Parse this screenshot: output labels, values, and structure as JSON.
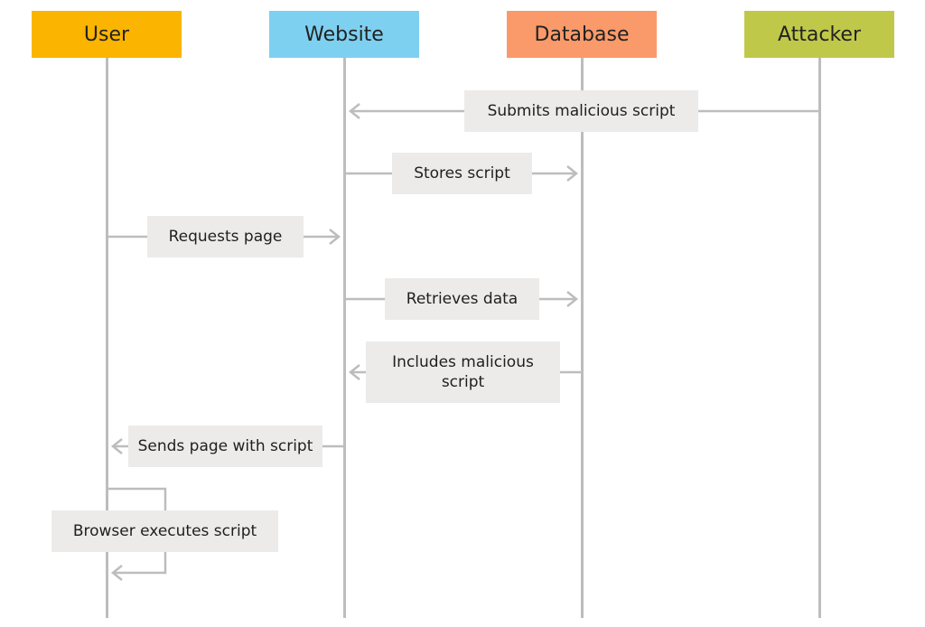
{
  "actors": [
    {
      "name": "User",
      "color": "#fbb400"
    },
    {
      "name": "Website",
      "color": "#7ed0f0"
    },
    {
      "name": "Database",
      "color": "#fa9a6a"
    },
    {
      "name": "Attacker",
      "color": "#c0c84a"
    }
  ],
  "messages": [
    {
      "text": "Submits malicious script",
      "from": "Attacker",
      "to": "Website"
    },
    {
      "text": "Stores script",
      "from": "Website",
      "to": "Database"
    },
    {
      "text": "Requests page",
      "from": "User",
      "to": "Website"
    },
    {
      "text": "Retrieves data",
      "from": "Website",
      "to": "Database"
    },
    {
      "text": "Includes malicious script",
      "from": "Database",
      "to": "Website"
    },
    {
      "text": "Sends page with script",
      "from": "Website",
      "to": "User"
    },
    {
      "text": "Browser executes script",
      "from": "User",
      "to": "User"
    }
  ]
}
